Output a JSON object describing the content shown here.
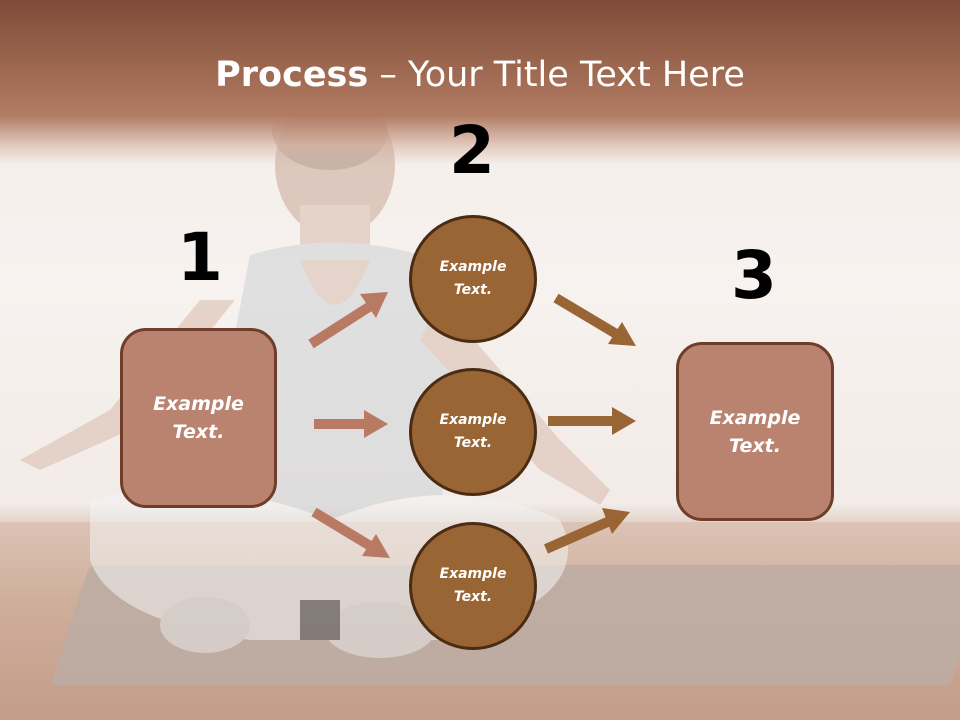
{
  "title": {
    "bold": "Process",
    "rest": " – Your Title Text Here"
  },
  "steps": [
    {
      "number": "1",
      "box_text": "Example\nText."
    },
    {
      "number": "2",
      "circles": [
        "Example\nText.",
        "Example\nText.",
        "Example\nText."
      ]
    },
    {
      "number": "3",
      "box_text": "Example\nText."
    }
  ],
  "colors": {
    "banner": "#a06a52",
    "box_fill": "#b98370",
    "box_border": "#6e3e2b",
    "circle_fill": "#9a6535",
    "circle_border": "#4a2c14",
    "arrow_left": "#b97a64",
    "arrow_right": "#9a6535"
  },
  "background_photo": "woman-meditating-on-mat"
}
